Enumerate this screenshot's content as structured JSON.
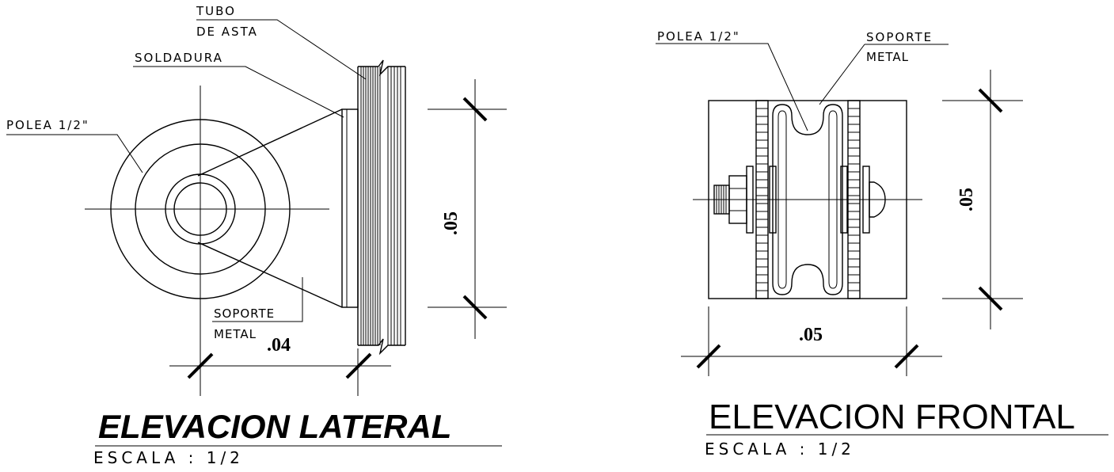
{
  "left_view": {
    "labels": {
      "tubo_line1": "TUBO",
      "tubo_line2": "DE ASTA",
      "soldadura": "SOLDADURA",
      "polea": "POLEA 1/2\"",
      "soporte_line1": "SOPORTE",
      "soporte_line2": "METAL"
    },
    "dim_vertical": ".05",
    "dim_horizontal": ".04",
    "title": "ELEVACION LATERAL",
    "scale": "ESCALA : 1/2"
  },
  "right_view": {
    "labels": {
      "polea": "POLEA 1/2\"",
      "soporte_line1": "SOPORTE",
      "soporte_line2": "METAL"
    },
    "dim_vertical": ".05",
    "dim_horizontal": ".05",
    "title": "ELEVACION FRONTAL",
    "scale": "ESCALA : 1/2"
  }
}
